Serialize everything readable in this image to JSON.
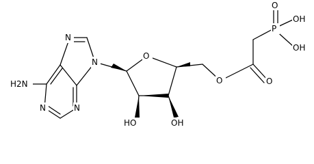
{
  "structure": {
    "atoms": {
      "n_imidazole_top": "N",
      "n9": "N",
      "n_amine": "H2N",
      "n_pyrimidine_left": "N",
      "n_pyrimidine_bottom": "N",
      "o_ring": "O",
      "o_ester": "O",
      "o_carbonyl": "O",
      "p_atom": "P",
      "p_oxo": "O",
      "oh_p_top": "OH",
      "oh_p_bottom": "OH",
      "oh_c2": "HO",
      "oh_c3": "OH"
    }
  }
}
